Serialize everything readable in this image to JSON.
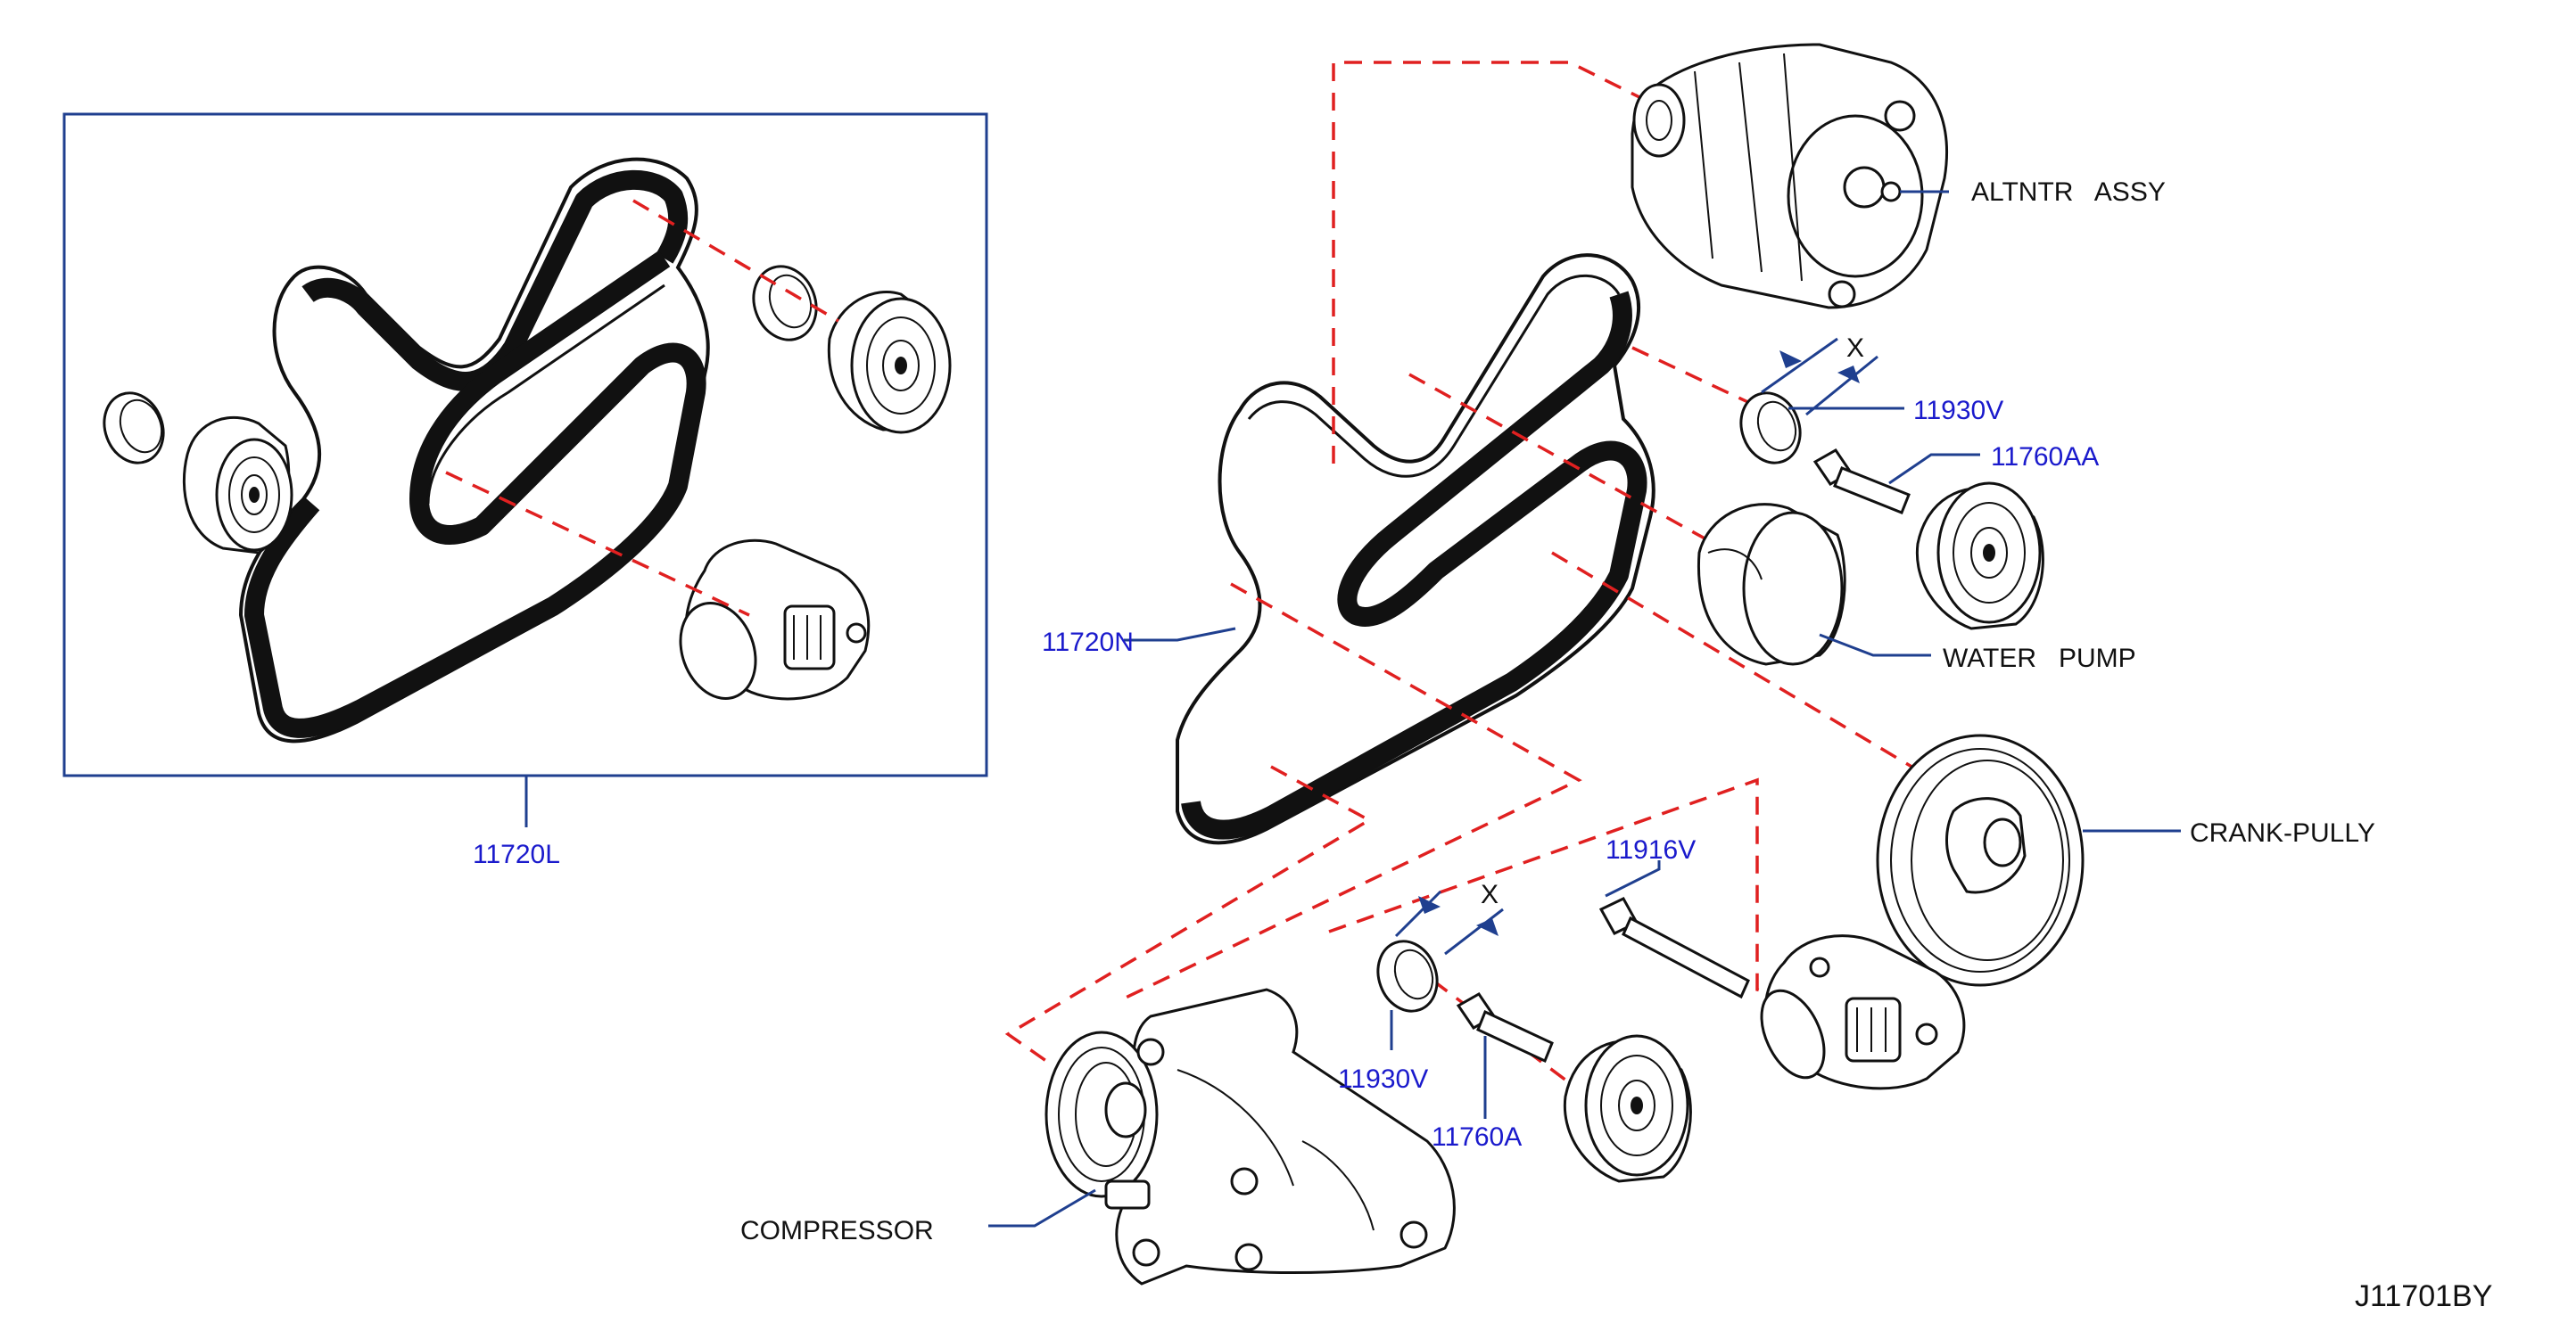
{
  "labels": {
    "belt_set": "11720L",
    "belt": "11720N",
    "alternator": "ALTNTR   ASSY",
    "spacer_upper": "11930V",
    "bolt_upper": "11760AA",
    "water_pump": "WATER   PUMP",
    "crank_pulley": "CRANK-PULLY",
    "bolt_long": "11916V",
    "spacer_lower": "11930V",
    "bolt_lower": "11760A",
    "compressor": "COMPRESSOR",
    "diagram_id": "J11701BY",
    "dim_x_upper": "X",
    "dim_x_lower": "X"
  },
  "colors": {
    "part_number": "#1a1acc",
    "leader_line": "#1f3f8f",
    "centerline": "#e02020",
    "outline": "#111111"
  },
  "icons": [
    "belt-drawing",
    "idler-pulley-drawing",
    "spacer-drawing",
    "water-pump-drawing",
    "alternator-drawing",
    "compressor-drawing",
    "crank-pulley-drawing",
    "bolt-drawing"
  ]
}
